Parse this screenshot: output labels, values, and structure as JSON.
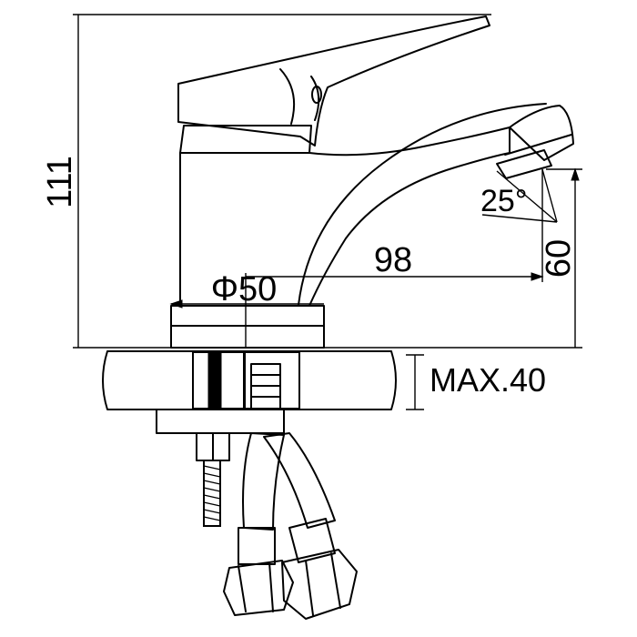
{
  "dimensions": {
    "height_total": "111",
    "spout_reach": "98",
    "spout_height": "60",
    "base_diameter": "Φ50",
    "spout_angle": "25°",
    "max_thickness": "MAX.40"
  },
  "colors": {
    "line": "#000000",
    "background": "#ffffff"
  }
}
